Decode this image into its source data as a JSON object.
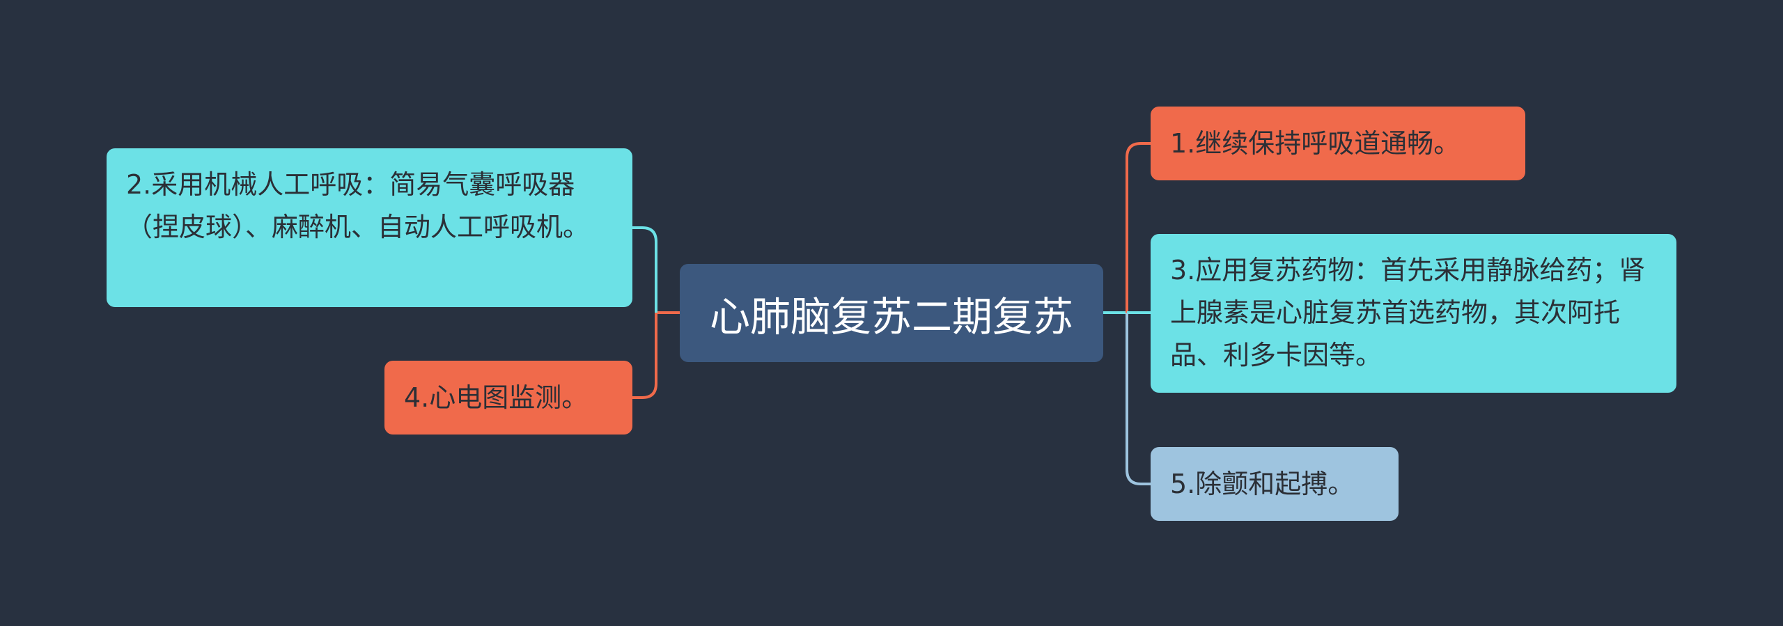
{
  "root": {
    "label": "心肺脑复苏二期复苏",
    "color": "#3c587e"
  },
  "branches": {
    "b1": {
      "text": "1.继续保持呼吸道通畅。",
      "color": "#f06a4b"
    },
    "b2": {
      "text": "2.采用机械人工呼吸：简易气囊呼吸器（捏皮球）、麻醉机、自动人工呼吸机。",
      "color": "#6ce1e6"
    },
    "b3": {
      "text": "3.应用复苏药物：首先采用静脉给药；肾上腺素是心脏复苏首选药物，其次阿托品、利多卡因等。",
      "color": "#6ce1e6"
    },
    "b4": {
      "text": "4.心电图监测。",
      "color": "#f06a4b"
    },
    "b5": {
      "text": "5.除颤和起搏。",
      "color": "#9ec4df"
    }
  },
  "background": "#283140"
}
